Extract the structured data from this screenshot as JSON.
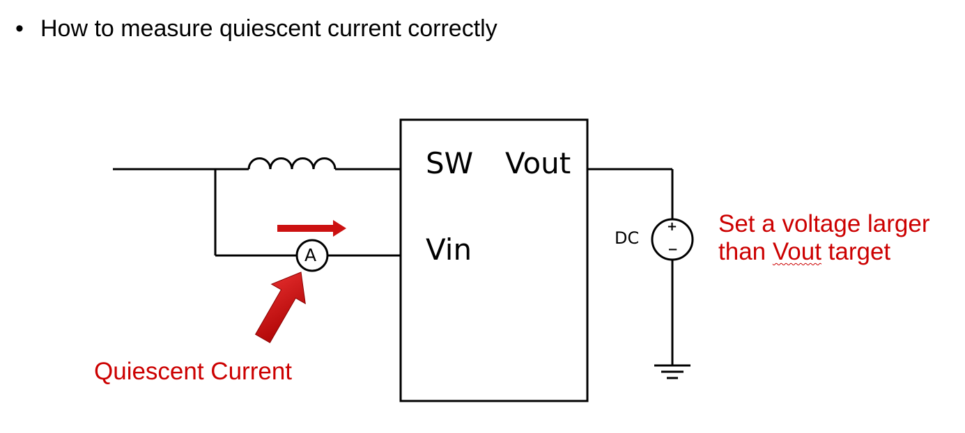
{
  "header": {
    "bullet": "•",
    "title": "How to measure quiescent current correctly"
  },
  "ic": {
    "pin_sw": "SW",
    "pin_vout": "Vout",
    "pin_vin": "Vin"
  },
  "ammeter": {
    "label": "A"
  },
  "source": {
    "label": "DC",
    "plus": "+",
    "minus": "−"
  },
  "notes": {
    "quiescent_label": "Quiescent  Current",
    "voltage_note_line1": "Set a voltage larger",
    "voltage_note_line2_prefix": "than ",
    "voltage_note_line2_word": "Vout",
    "voltage_note_line2_suffix": " target"
  },
  "colors": {
    "annotation_red": "#cc0000",
    "arrow_red": "#d01010",
    "line": "#000000"
  },
  "icons": [
    "inductor-symbol",
    "ammeter-symbol",
    "dc-source-symbol",
    "ground-symbol",
    "current-direction-arrow",
    "pointer-arrow"
  ]
}
